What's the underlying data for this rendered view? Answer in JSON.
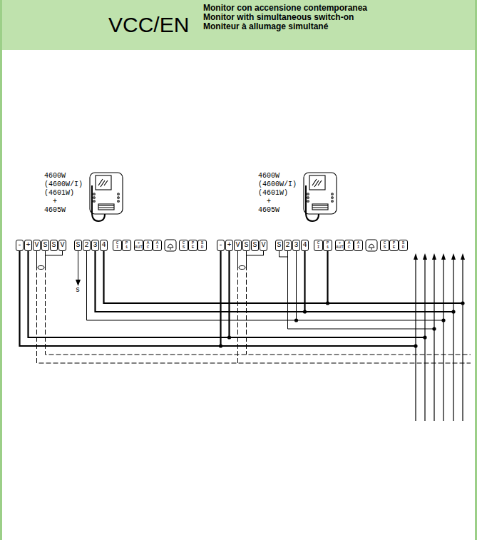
{
  "diagram": {
    "title": "VCC/EN",
    "labels": [
      "Monitor con accensione contemporanea",
      "Monitor with simultaneous switch-on",
      "Moniteur à allumage simultané",
      "4600W",
      "(4600W/I)",
      "(4601W)",
      "+",
      "4605W",
      "-",
      "+",
      "V",
      "S",
      "S",
      "V",
      "S",
      "2",
      "3",
      "4",
      "C I",
      "P 1",
      "+ AUT",
      "A C",
      "A I",
      "C S",
      "P E",
      "S D",
      "s",
      "4600W",
      "(4600W/I)",
      "(4601W)",
      "+",
      "4605W",
      "-",
      "+",
      "V",
      "S",
      "S",
      "V",
      "S",
      "2",
      "3",
      "4",
      "C I",
      "P 1",
      "+ AUT",
      "A C",
      "A I",
      "C S",
      "P E",
      "S D"
    ]
  }
}
